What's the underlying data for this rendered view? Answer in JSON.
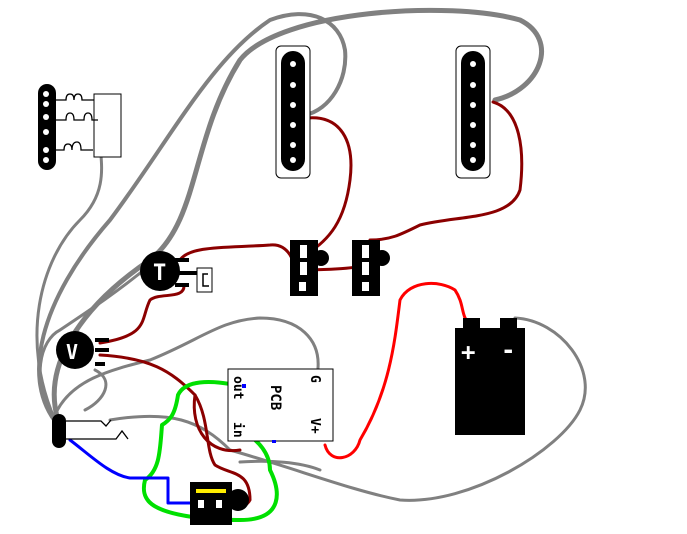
{
  "colors": {
    "ground_wire": "#808080",
    "signal_wire": "#8b0000",
    "power_wire": "#ff0000",
    "pcb_out_wire": "#00e000",
    "blue_wire": "#0000ff",
    "component": "#000000",
    "led": "#ffee00"
  },
  "pots": {
    "tone_label": "T",
    "volume_label": "V"
  },
  "pcb": {
    "title": "PCB",
    "out_label": "out",
    "in_label": "in",
    "ground_label": "G",
    "power_label": "V+"
  },
  "battery": {
    "plus_label": "+",
    "minus_label": "-"
  },
  "icons": [
    "humbucker-pickup",
    "single-coil-pickup",
    "pickup-selector-switch",
    "potentiometer",
    "capacitor",
    "battery",
    "output-jack",
    "footswitch",
    "pcb-board"
  ]
}
